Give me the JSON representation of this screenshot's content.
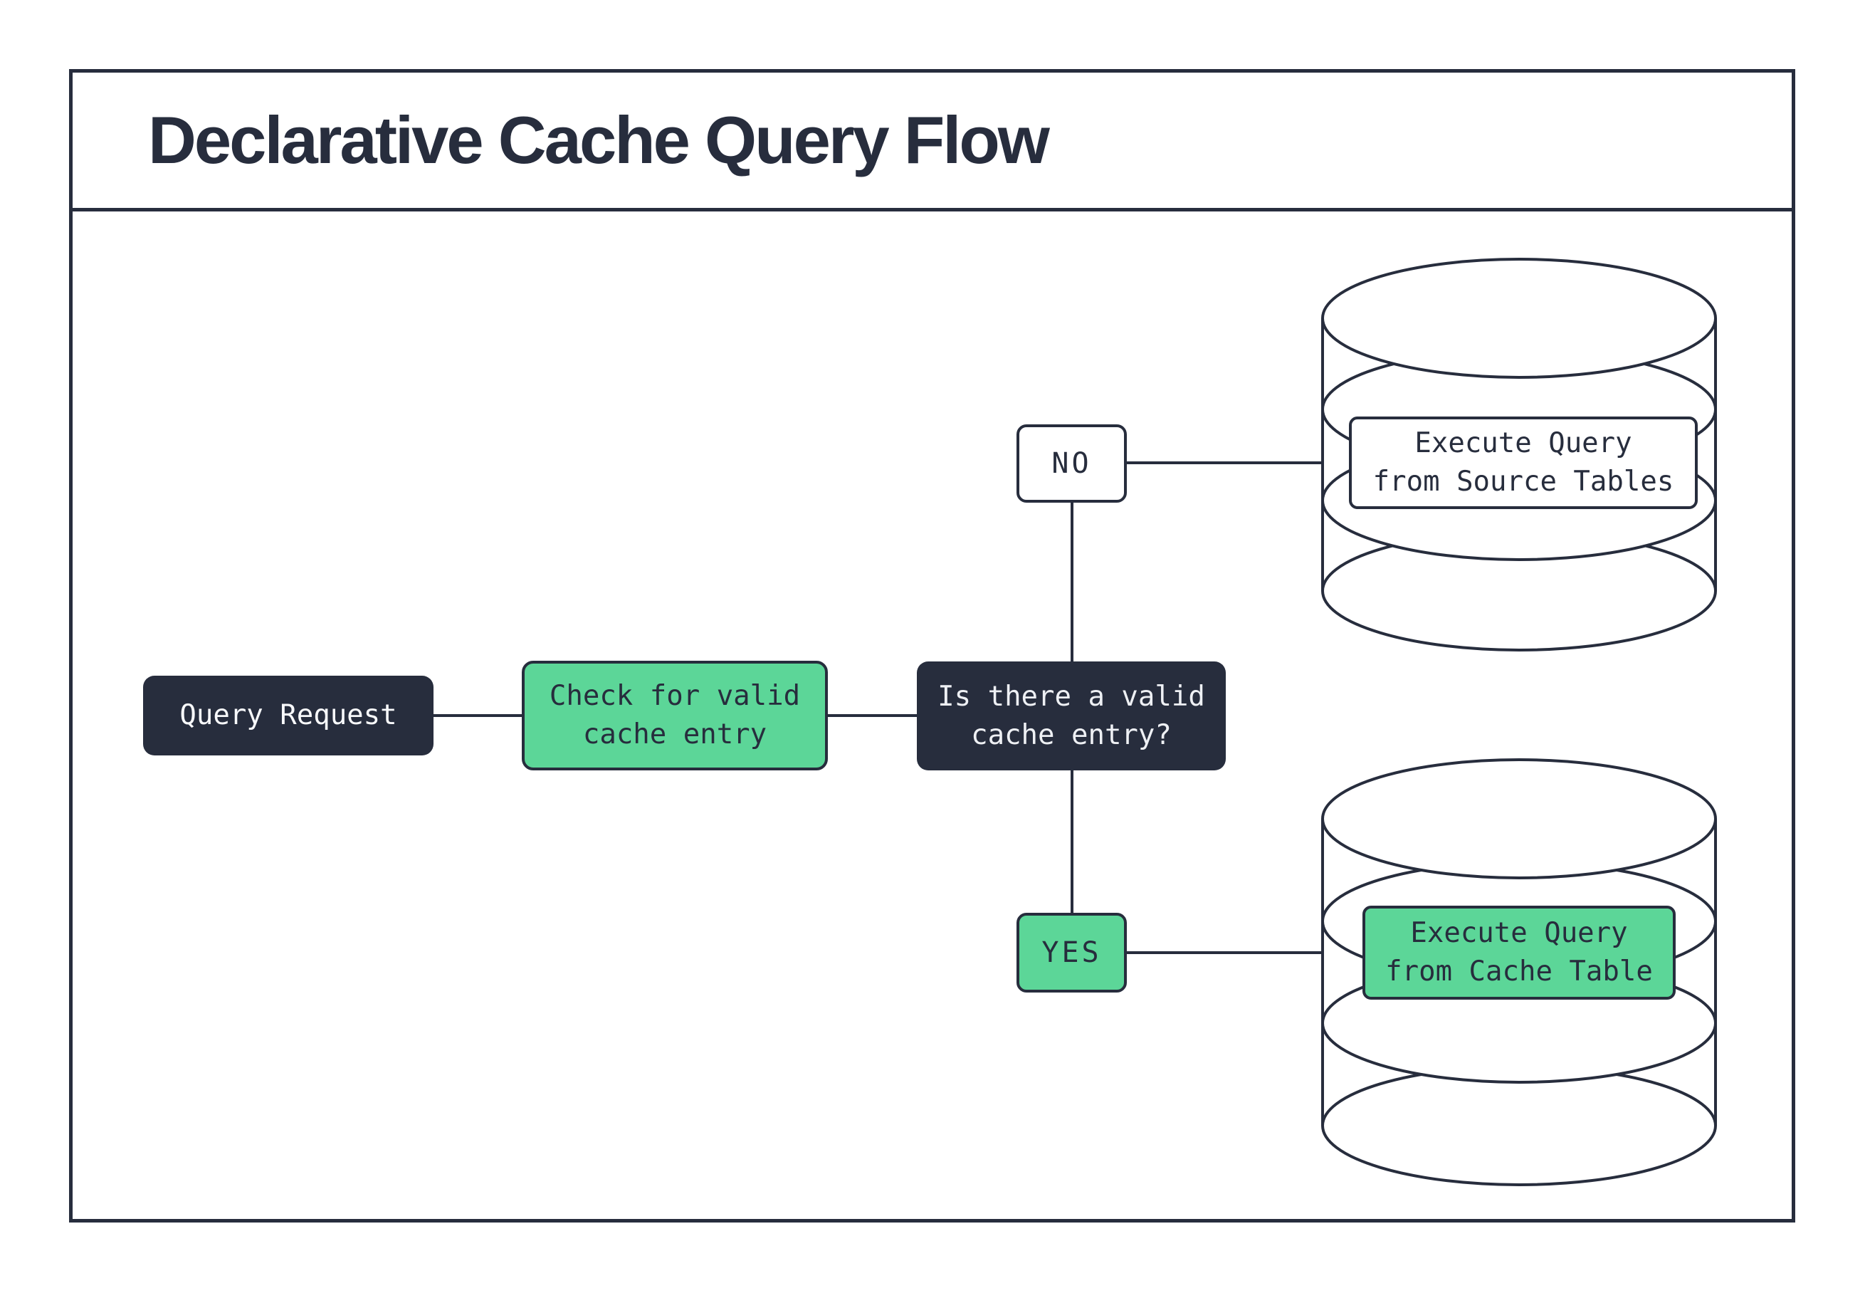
{
  "title": "Declarative Cache Query Flow",
  "colors": {
    "outline": "#272d3d",
    "dark_node_bg": "#272d3d",
    "green_node_bg": "#5cd698",
    "white_node_bg": "#ffffff",
    "dark_text": "#272d3d",
    "light_text": "#eef0f4"
  },
  "flow": {
    "query_request": {
      "label": "Query Request"
    },
    "check_cache": {
      "lines": [
        "Check for valid",
        "cache entry"
      ]
    },
    "decision": {
      "lines": [
        "Is there a valid",
        "cache entry?"
      ]
    },
    "no_branch": {
      "label": "NO"
    },
    "yes_branch": {
      "label": "YES"
    },
    "source_db": {
      "lines": [
        "Execute Query",
        "from Source Tables"
      ]
    },
    "cache_db": {
      "lines": [
        "Execute Query",
        "from Cache Table"
      ]
    }
  }
}
